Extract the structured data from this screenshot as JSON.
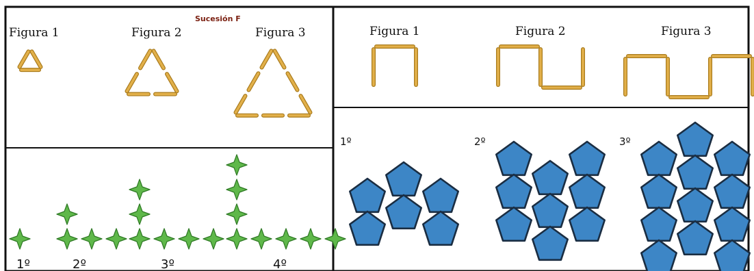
{
  "colors": {
    "border": "#111111",
    "matchstick_fill": "#e2b04a",
    "matchstick_edge": "#a87a1c",
    "star_fill": "#5fb84a",
    "star_edge": "#2f7a25",
    "pentagon_fill": "#3d86c6",
    "pentagon_edge": "#1a2d42"
  },
  "triangle_panel": {
    "title": "Sucesión F",
    "figures": [
      {
        "label": "Figura 1",
        "matches_per_side": 1,
        "icon": "matchstick-triangle"
      },
      {
        "label": "Figura 2",
        "matches_per_side": 2,
        "icon": "matchstick-triangle"
      },
      {
        "label": "Figura 3",
        "matches_per_side": 3,
        "icon": "matchstick-triangle"
      }
    ]
  },
  "square_wave_panel": {
    "figures": [
      {
        "label": "Figura 1",
        "units": 1,
        "icon": "matchstick-wave"
      },
      {
        "label": "Figura 2",
        "units": 2,
        "icon": "matchstick-wave"
      },
      {
        "label": "Figura 3",
        "units": 3,
        "icon": "matchstick-wave"
      }
    ]
  },
  "star_panel": {
    "terms": [
      {
        "label": "1º",
        "stars_per_arm": 1,
        "icon": "star-icon"
      },
      {
        "label": "2º",
        "stars_per_arm": 3,
        "icon": "star-icon"
      },
      {
        "label": "3º",
        "stars_per_arm": 4,
        "icon": "star-icon"
      },
      {
        "label": "4º",
        "stars_per_arm": 5,
        "icon": "star-icon"
      }
    ]
  },
  "pentagon_panel": {
    "terms": [
      {
        "label": "1º",
        "pentagon_count": 6,
        "icon": "pentagon-icon"
      },
      {
        "label": "2º",
        "pentagon_count": 9,
        "icon": "pentagon-icon"
      },
      {
        "label": "3º",
        "pentagon_count": 12,
        "icon": "pentagon-icon"
      }
    ]
  }
}
